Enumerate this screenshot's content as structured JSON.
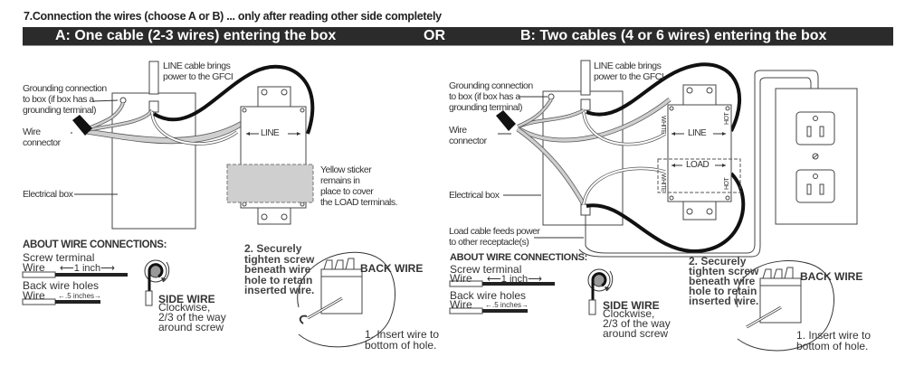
{
  "title": "7.Connection the wires (choose A or B) ... only after reading other side completely",
  "banner": {
    "option_a": "A: One cable (2-3 wires) entering the box",
    "or": "OR",
    "option_b": "B: Two cables (4 or 6 wires) entering the box"
  },
  "panel_a": {
    "line_cable": [
      "LINE cable brings",
      "power to the GFCI"
    ],
    "grounding": [
      "Grounding connection",
      "to box (if box has a",
      "grounding terminal)"
    ],
    "wire_connector": [
      "Wire",
      "connector"
    ],
    "electrical_box": "Electrical box",
    "sticker": [
      "Yellow sticker",
      "remains in",
      "place to cover",
      "the LOAD terminals."
    ],
    "gfci_line_label": "LINE"
  },
  "panel_b": {
    "line_cable": [
      "LINE cable brings",
      "power to the GFCI"
    ],
    "grounding": [
      "Grounding connection",
      "to box (if box has a",
      "grounding terminal)"
    ],
    "wire_connector": [
      "Wire",
      "connector"
    ],
    "electrical_box": "Electrical box",
    "load_cable": [
      "Load cable feeds power",
      "to other receptacle(s)"
    ],
    "gfci_line_label": "LINE",
    "gfci_load_label": "LOAD",
    "white": "WHITE",
    "hot": "HOT"
  },
  "wire_connections": {
    "heading": "ABOUT WIRE CONNECTIONS:",
    "screw_terminal": "Screw terminal",
    "wire": "Wire",
    "one_inch": "⟵1 inch⟶",
    "back_wire_holes": "Back wire holes",
    "half_inch": "←.5 inches→",
    "side_wire_heading": "SIDE WIRE",
    "side_wire_text": [
      "Clockwise,",
      "2/3 of the way",
      "around screw"
    ],
    "step2": [
      "2. Securely",
      "tighten screw",
      "beneath wire",
      "hole to retain",
      "inserted wire."
    ],
    "back_wire_heading": "BACK WIRE",
    "step1": [
      "1. Insert wire to",
      "bottom of hole."
    ]
  }
}
